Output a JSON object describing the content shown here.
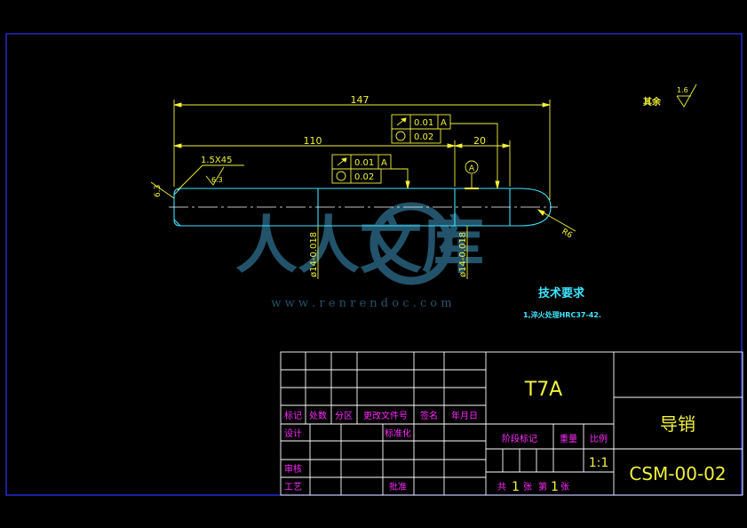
{
  "drawing": {
    "dims": {
      "overall_length": "147",
      "shoulder_length": "110",
      "tip_length": "20",
      "chamfer": "1.5X45",
      "roughness_chamfer": "6.3",
      "end_dim": "6.3",
      "tip_radius": "R6",
      "dia_left": "ø14-0.018",
      "dia_right": "ø14-0.018",
      "datum": "A"
    },
    "gdt_upper": {
      "runout": "0.01",
      "datum": "A",
      "roundness": "0.02"
    },
    "gdt_lower": {
      "runout": "0.01",
      "datum": "A",
      "roundness": "0.02"
    },
    "surface_rest": {
      "label": "其余",
      "value": "1.6"
    },
    "tech_req": {
      "title": "技术要求",
      "item1": "1,淬火处理HRC37-42."
    }
  },
  "watermark": {
    "text": "人人文库",
    "url": "w w w . r e n r e n d o c . c o m"
  },
  "title_block": {
    "material": "T7A",
    "part_name": "导销",
    "drawing_no": "CSM-00-02",
    "scale": "1:1",
    "headers": {
      "mark": "标记",
      "count": "处数",
      "zone": "分区",
      "change_doc": "更改文件号",
      "sign": "签名",
      "date": "年月日",
      "design": "设计",
      "standard": "标准化",
      "review": "审核",
      "process": "工艺",
      "approve": "批准",
      "stage": "阶段标记",
      "weight": "重量",
      "ratio": "比例"
    },
    "sheet": {
      "total_prefix": "共",
      "total": "1",
      "sheet_word": "张",
      "no_prefix": "第",
      "no": "1"
    }
  }
}
